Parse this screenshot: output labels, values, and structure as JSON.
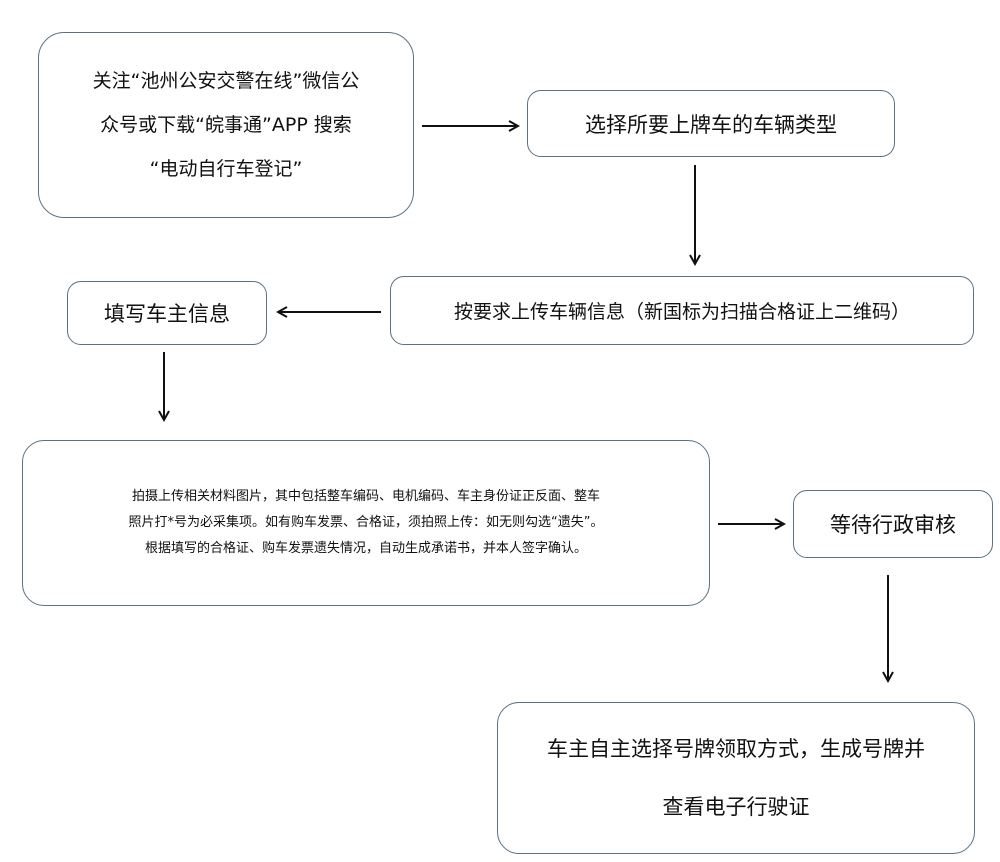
{
  "flow": {
    "step1": {
      "lines": [
        "关注“池州公安交警在线”微信公",
        "众号或下载“皖事通”APP 搜索",
        "“电动自行车登记”"
      ]
    },
    "step2": {
      "text": "选择所要上牌车的车辆类型"
    },
    "step3": {
      "text": "按要求上传车辆信息（新国标为扫描合格证上二维码）"
    },
    "step4": {
      "text": "填写车主信息"
    },
    "step5": {
      "lines": [
        "拍摄上传相关材料图片，其中包括整车编码、电机编码、车主身份证正反面、整车",
        "照片打*号为必采集项。如有购车发票、合格证，须拍照上传：如无则勾选“遗失”。",
        "根据填写的合格证、购车发票遗失情况，自动生成承诺书，并本人签字确认。"
      ]
    },
    "step6": {
      "text": "等待行政审核"
    },
    "step7": {
      "lines": [
        "车主自主选择号牌领取方式，生成号牌并",
        "查看电子行驶证"
      ]
    }
  },
  "colors": {
    "box_border": "#5a7183",
    "arrow": "#111111"
  }
}
